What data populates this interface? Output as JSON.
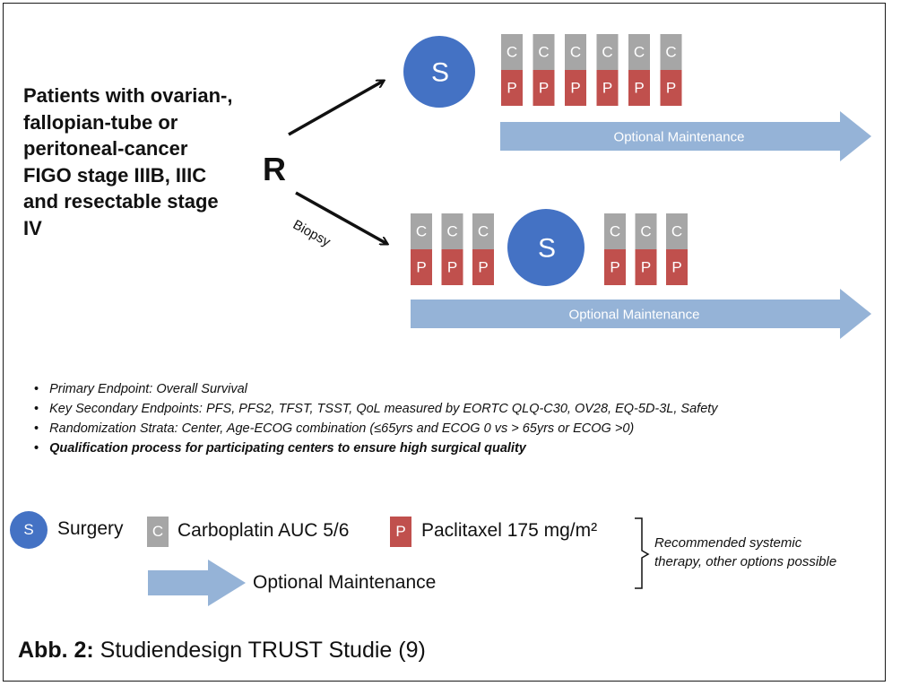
{
  "patients": {
    "lines": [
      "Patients with ovarian-,",
      "fallopian-tube or",
      "peritoneal-cancer",
      "FIGO stage IIIB, IIIC",
      "and resectable stage",
      "IV"
    ]
  },
  "randomization_label": "R",
  "biopsy_label": "Biopsy",
  "arm_upfront": {
    "surgery_symbol": "S",
    "cycles": 6,
    "c_symbol": "C",
    "p_symbol": "P",
    "maintenance_label": "Optional Maintenance"
  },
  "arm_interval": {
    "surgery_symbol": "S",
    "cycles_before_surgery": 3,
    "cycles_after_surgery": 3,
    "c_symbol": "C",
    "p_symbol": "P",
    "maintenance_label": "Optional Maintenance"
  },
  "bullets": [
    "Primary Endpoint: Overall Survival",
    "Key Secondary Endpoints: PFS, PFS2, TFST, TSST, QoL measured by EORTC QLQ-C30, OV28, EQ-5D-3L, Safety",
    "Randomization Strata: Center, Age-ECOG combination (≤65yrs and ECOG 0 vs > 65yrs or ECOG >0)",
    "Qualification process for participating centers to ensure high surgical quality"
  ],
  "legend": {
    "surgery_symbol": "S",
    "surgery_label": "Surgery",
    "carboplatin_symbol": "C",
    "carboplatin_label": "Carboplatin AUC 5/6",
    "paclitaxel_symbol": "P",
    "paclitaxel_label": "Paclitaxel 175 mg/m²",
    "maintenance_label": "Optional Maintenance",
    "note_line1": "Recommended systemic",
    "note_line2": "therapy, other options possible"
  },
  "caption": {
    "label": "Abb. 2:",
    "text": " Studiendesign TRUST Studie (9)"
  },
  "colors": {
    "surgery_blue": "#4472c4",
    "carboplatin_gray": "#a6a6a6",
    "paclitaxel_red": "#c0504d",
    "maintenance_arrow": "#95b3d7",
    "text": "#111111"
  }
}
